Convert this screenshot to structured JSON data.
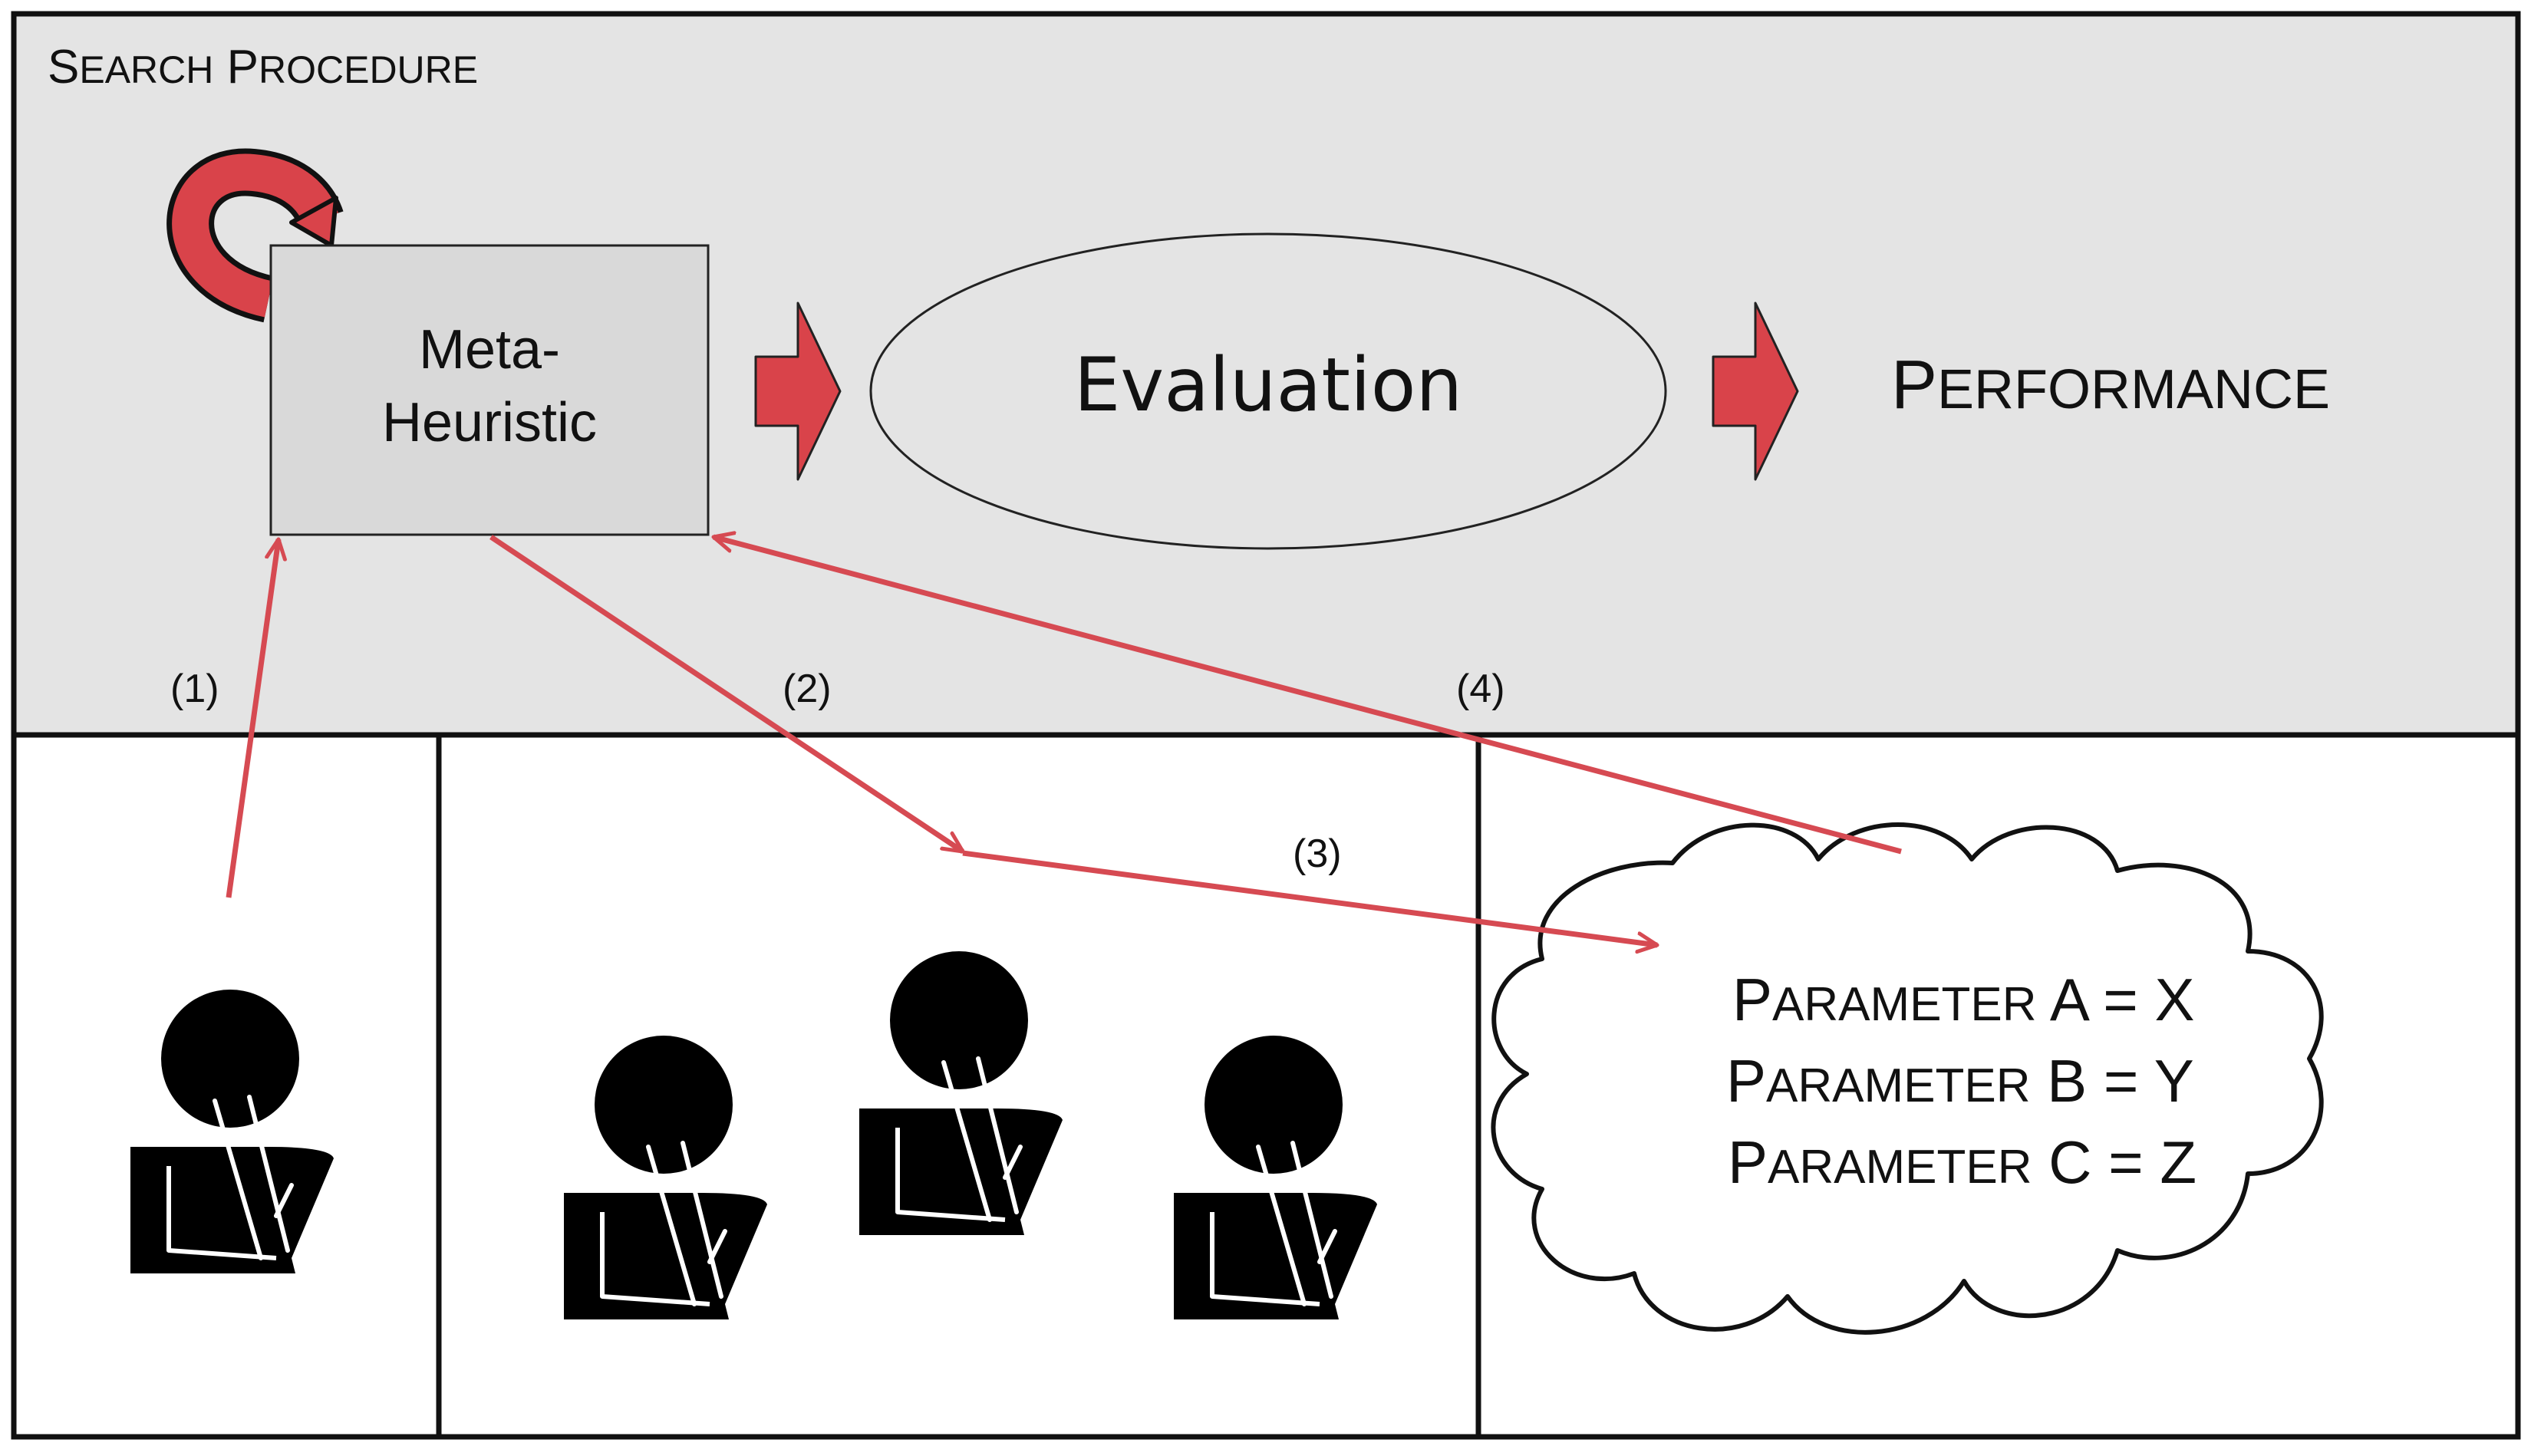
{
  "search_procedure": {
    "title_parts": [
      "S",
      "EARCH",
      " P",
      "ROCEDURE"
    ]
  },
  "meta_heuristic": {
    "line1": "Meta-",
    "line2": "Heuristic"
  },
  "evaluation": {
    "label": "Evaluation"
  },
  "performance": {
    "label_parts": [
      "P",
      "ERFORMANCE"
    ]
  },
  "steps": {
    "step1": "(1)",
    "step2": "(2)",
    "step3": "(3)",
    "step4": "(4)"
  },
  "parameters": [
    {
      "parts": [
        "P",
        "ARAMETER",
        " A = X"
      ]
    },
    {
      "parts": [
        "P",
        "ARAMETER",
        " B = Y"
      ]
    },
    {
      "parts": [
        "P",
        "ARAMETER",
        " C = Z"
      ]
    }
  ],
  "colors": {
    "top_panel": "#e4e4e4",
    "box_fill": "#d9d9d9",
    "accent_red": "#d9434a",
    "arrow_red": "#d64a52",
    "outline": "#111111"
  }
}
